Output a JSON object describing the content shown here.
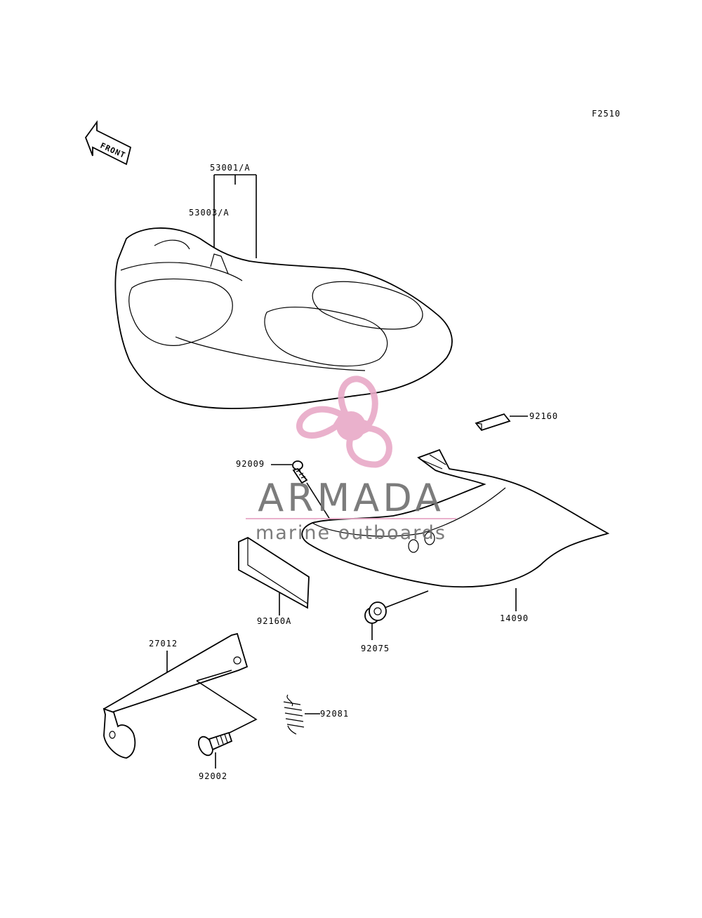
{
  "figure_code": "F2510",
  "front_arrow_text": "FRONT",
  "part_labels": {
    "seat": "53001/A",
    "seat_strap": "53003/A",
    "pad_small": "92160",
    "screw": "92009",
    "pad_large": "92160A",
    "cover": "14090",
    "grommet": "92075",
    "hook": "27012",
    "spring": "92081",
    "bolt": "92002"
  },
  "watermark": {
    "brand": "ARMADA",
    "tagline": "marine outboards",
    "color": "#e8a9c7"
  }
}
